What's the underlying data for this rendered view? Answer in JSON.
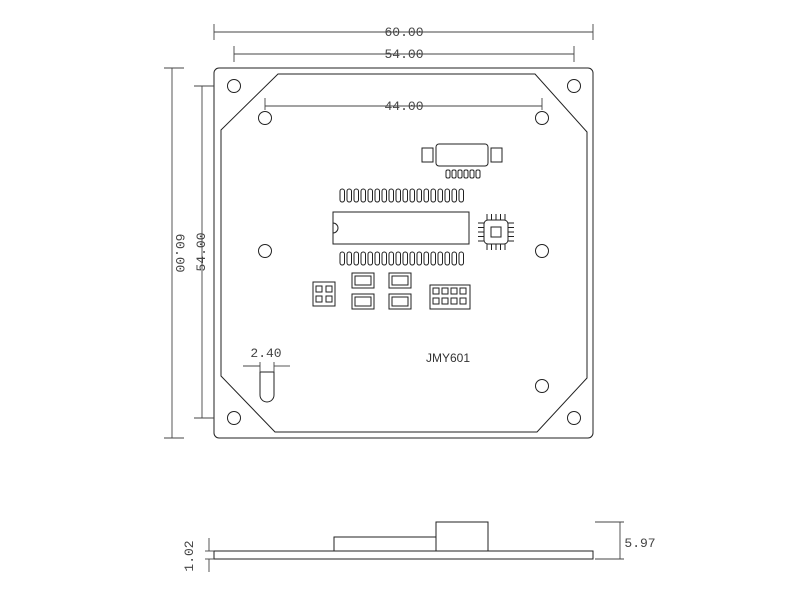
{
  "dimensions": {
    "overall_width": "60.00",
    "inner_width": "54.00",
    "hole_span": "44.00",
    "overall_height": "60.00",
    "inner_height": "54.00",
    "slot_width": "2.40",
    "board_thickness": "1.02",
    "total_height": "5.97"
  },
  "board": {
    "label": "JMY601"
  }
}
